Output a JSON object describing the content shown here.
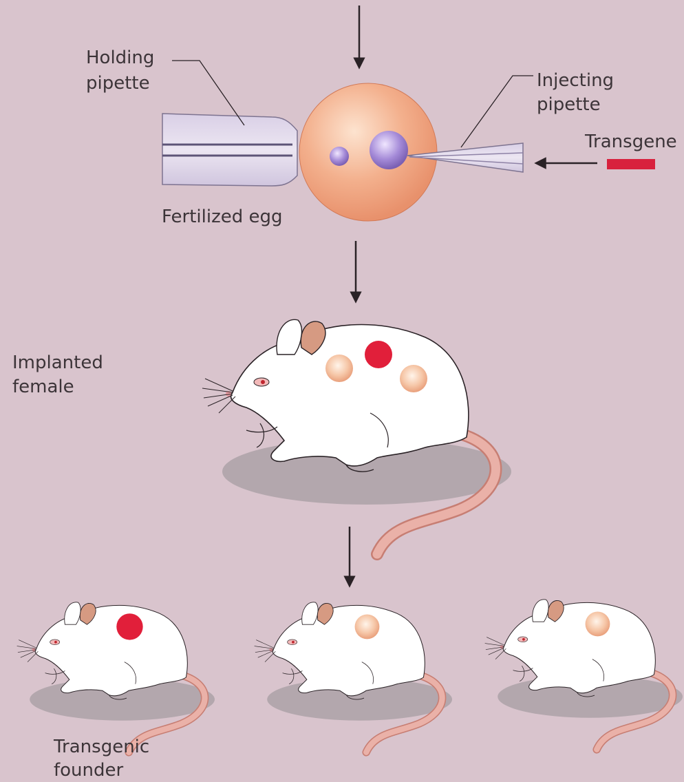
{
  "labels": {
    "holding_pipette": [
      "Holding",
      "pipette"
    ],
    "injecting_pipette": [
      "Injecting",
      "pipette"
    ],
    "transgene": "Transgene",
    "fertilized_egg": "Fertilized egg",
    "implanted_female": [
      "Implanted",
      "female"
    ],
    "transgenic_founder": [
      "Transgenic",
      "founder"
    ]
  },
  "colors": {
    "background": "#d9c4cd",
    "transgene": "#d8213d",
    "egg": "#f0a784",
    "pronucleus": "#a58bd8",
    "embryo_transgenic": "#e11f3a",
    "embryo_normal": "#f3b596",
    "tail": "#e6a39a",
    "shadow": "#b3a7ad"
  },
  "offspring": [
    {
      "id": "offspring-1",
      "transgenic": true
    },
    {
      "id": "offspring-2",
      "transgenic": false
    },
    {
      "id": "offspring-3",
      "transgenic": false
    }
  ]
}
